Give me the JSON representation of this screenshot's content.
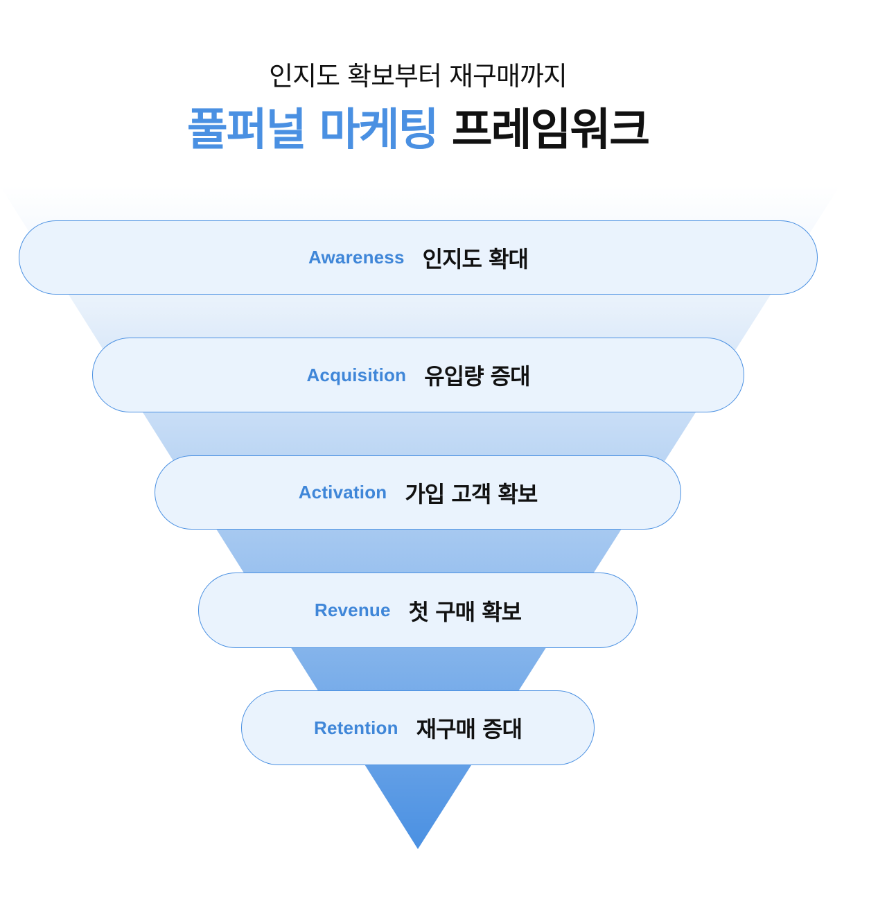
{
  "header": {
    "subtitle": "인지도 확보부터 재구매까지",
    "title_accent": "풀퍼널 마케팅",
    "title_rest": "프레임워크"
  },
  "colors": {
    "accent": "#4a90e2",
    "stage_fill": "#eaf3fd",
    "stage_border": "#4a90e2",
    "funnel_top": "#ffffff",
    "funnel_bottom": "#4a90e2",
    "text": "#111111"
  },
  "funnel": {
    "stages": [
      {
        "en": "Awareness",
        "ko": "인지도 확대"
      },
      {
        "en": "Acquisition",
        "ko": "유입량 증대"
      },
      {
        "en": "Activation",
        "ko": "가입 고객 확보"
      },
      {
        "en": "Revenue",
        "ko": "첫 구매 확보"
      },
      {
        "en": "Retention",
        "ko": "재구매 증대"
      }
    ]
  }
}
